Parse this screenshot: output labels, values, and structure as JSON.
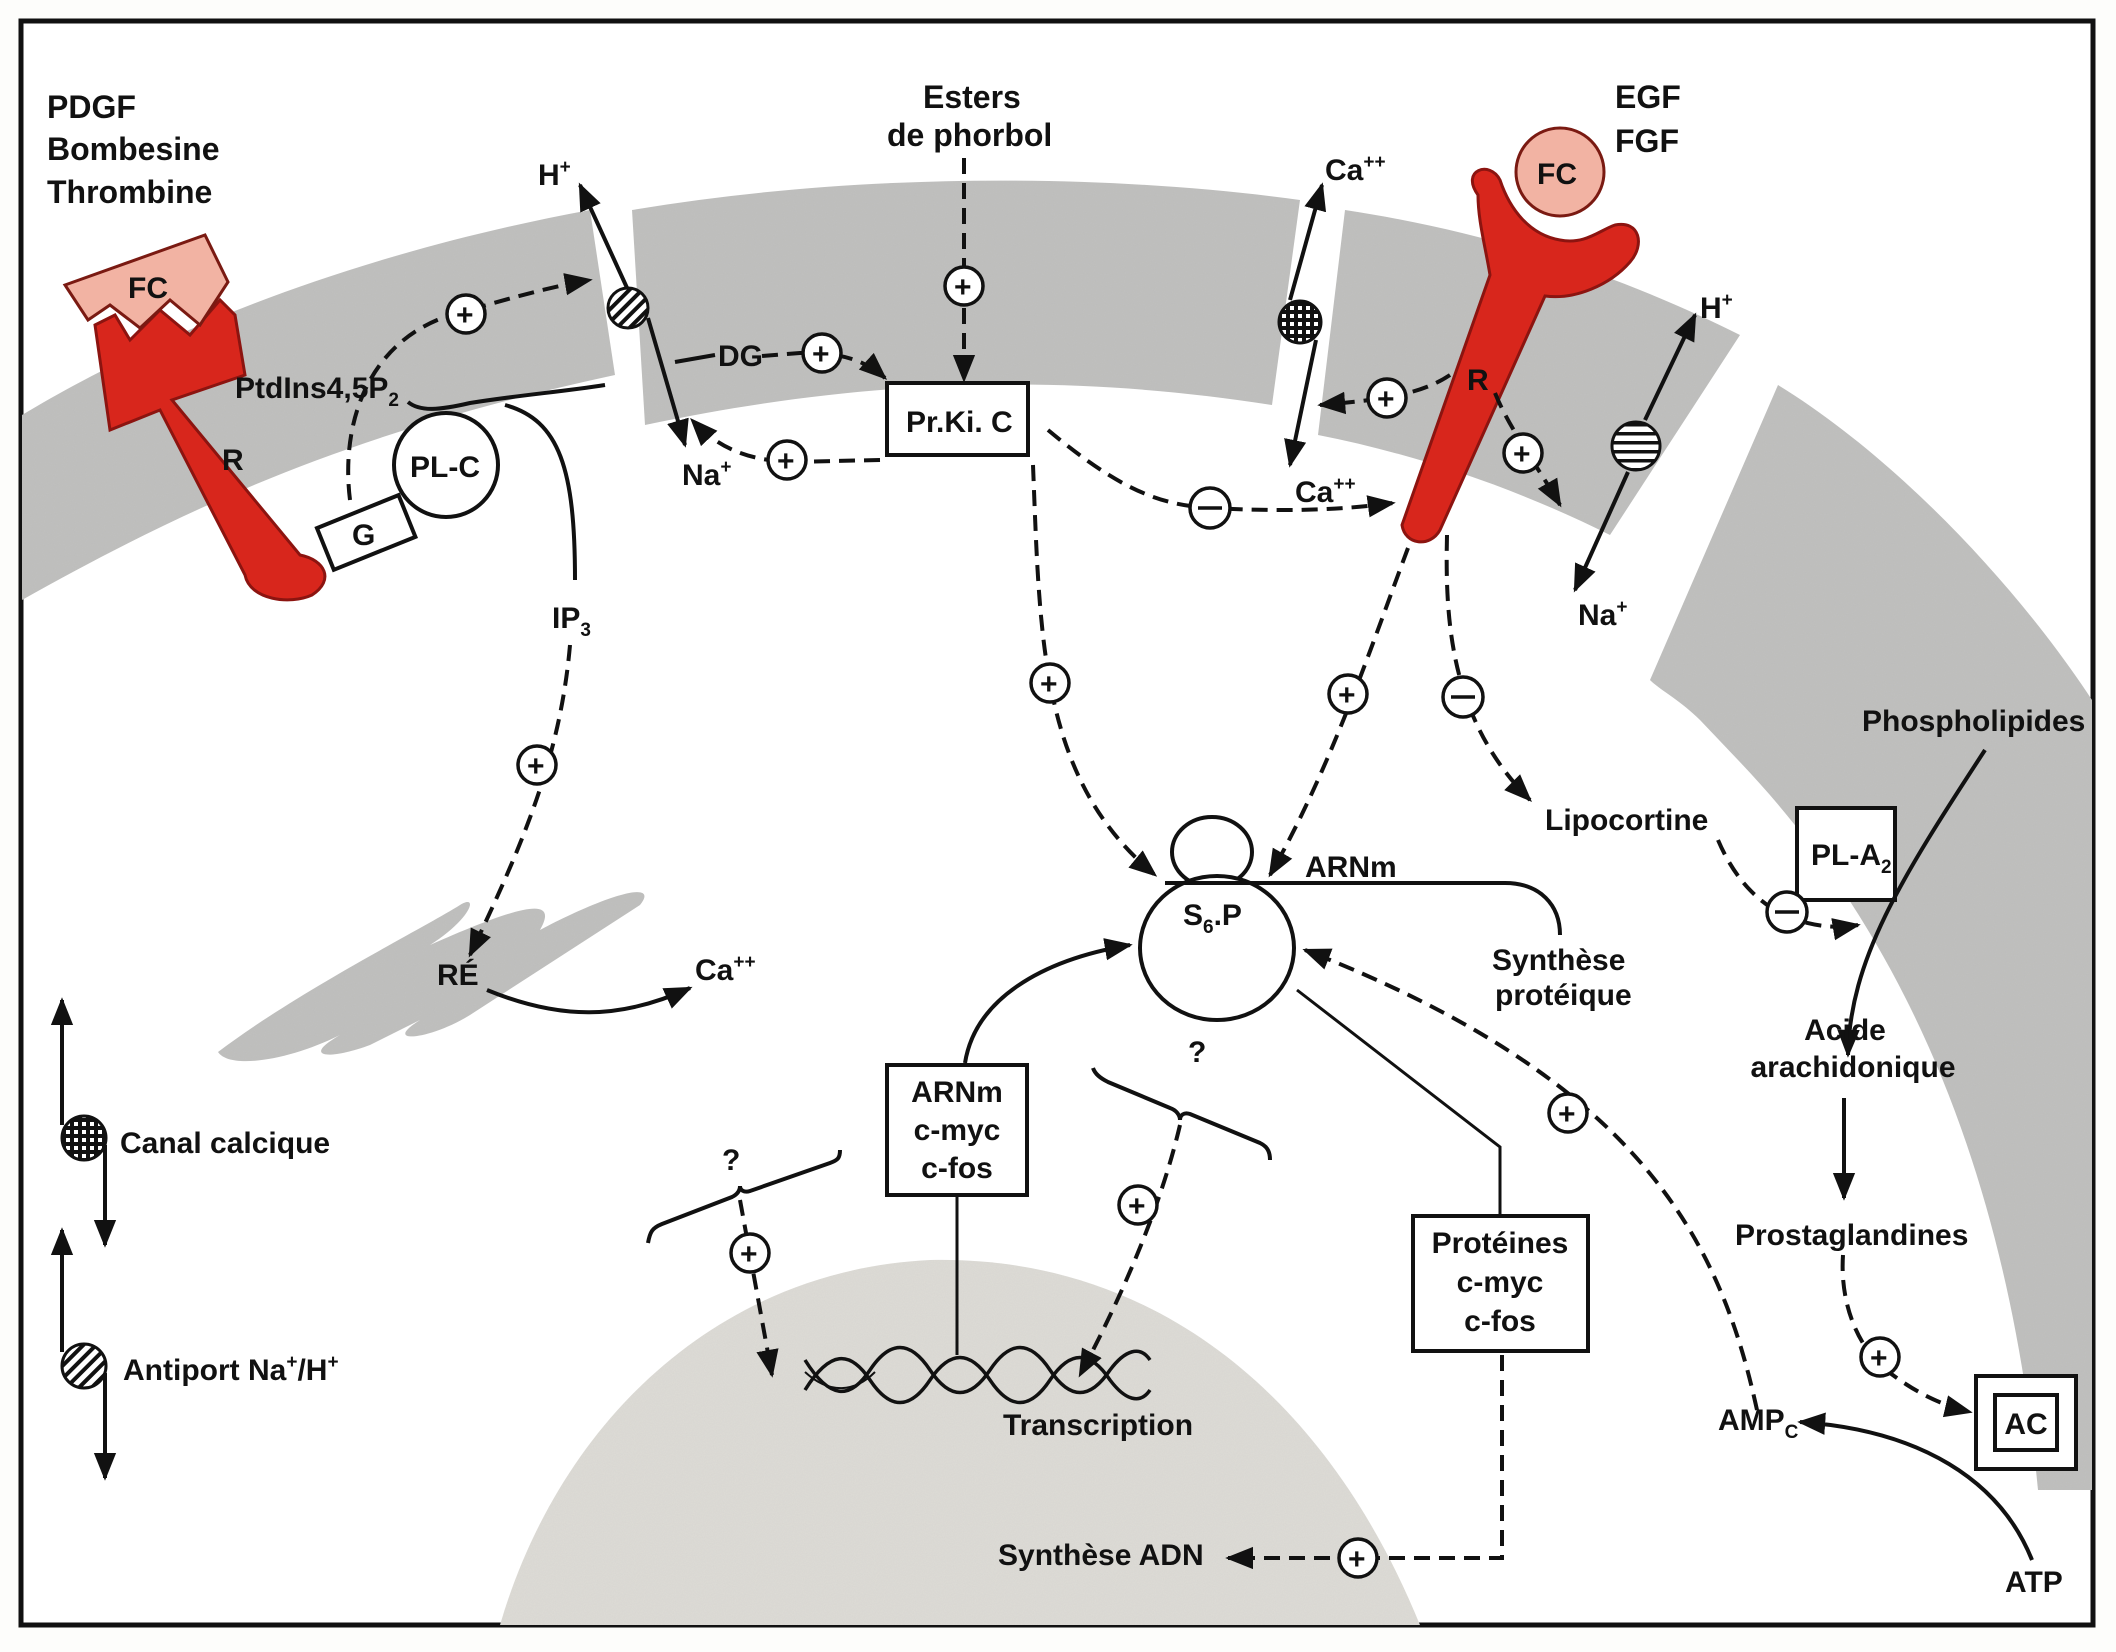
{
  "figure": {
    "type": "cell signaling pathway diagram",
    "colors": {
      "receptor": "#d8261c",
      "ligand": "#f2b3a3",
      "membrane": "#bdbdbd",
      "nucleus": "#dcdcd6",
      "ink": "#111111"
    }
  },
  "ligands": {
    "left_group": [
      "PDGF",
      "Bombesine",
      "Thrombine"
    ],
    "right_group": [
      "EGF",
      "FGF"
    ],
    "fc_left": "FC",
    "fc_right": "FC"
  },
  "receptors": {
    "left": "R",
    "right": "R"
  },
  "membrane_components": {
    "ptdins": {
      "main": "PtdIns4,5P",
      "sub": "2"
    },
    "plc": "PL-C",
    "g_protein": "G",
    "dg": "DG",
    "ip3": {
      "main": "IP",
      "sub": "3"
    },
    "prkic": "Pr.Ki. C",
    "esters": [
      "Esters",
      "de phorbol"
    ]
  },
  "ions": {
    "h_left": {
      "main": "H",
      "sup": "+"
    },
    "na_left": {
      "main": "Na",
      "sup": "+"
    },
    "ca_top": {
      "main": "Ca",
      "sup": "++"
    },
    "ca_mid": {
      "main": "Ca",
      "sup": "++"
    },
    "h_right": {
      "main": "H",
      "sup": "+"
    },
    "na_right": {
      "main": "Na",
      "sup": "+"
    },
    "ca_er": {
      "main": "Ca",
      "sup": "++"
    }
  },
  "organelles": {
    "er": "RÉ",
    "ribosome": {
      "main": "S",
      "sub": "6",
      "tail": ".P"
    },
    "arnm": "ARNm",
    "synthese_proteique": [
      "Synthèse",
      "protéique"
    ],
    "arnm_box": [
      "ARNm",
      "c-myc",
      "c-fos"
    ],
    "proteines_box": [
      "Protéines",
      "c-myc",
      "c-fos"
    ],
    "transcription": "Transcription",
    "synthese_adn": "Synthèse ADN",
    "question_left": "?",
    "question_right": "?"
  },
  "lipid_pathway": {
    "lipocortine": "Lipocortine",
    "phospholipides": "Phospholipides",
    "pla2": {
      "main": "PL-A",
      "sub": "2"
    },
    "acide": [
      "Acide",
      "arachidonique"
    ],
    "prostaglandines": "Prostaglandines",
    "ac": "AC",
    "ampc": {
      "main": "AMP",
      "sub": "C"
    },
    "atp": "ATP"
  },
  "signs": {
    "plus": "+",
    "minus": "−"
  },
  "legend": {
    "items": [
      {
        "label": "Canal calcique",
        "pattern": "crosshatch"
      },
      {
        "label": "Antiport Na",
        "sup1": "+",
        "mid": "/H",
        "sup2": "+",
        "pattern": "diagonal-hatch"
      }
    ]
  }
}
